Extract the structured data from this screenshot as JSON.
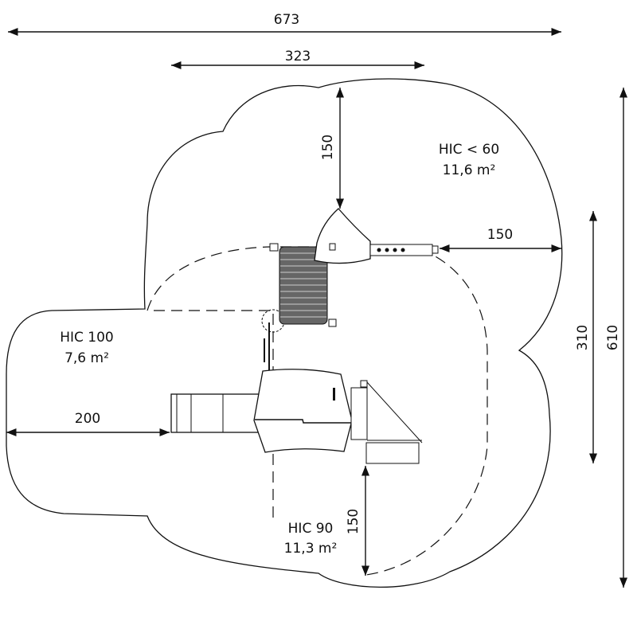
{
  "dimensions": {
    "overall_width": "673",
    "structure_width": "323",
    "top_clearance": "150",
    "right_clearance": "150",
    "right_height": "310",
    "overall_height": "610",
    "left_clearance": "200",
    "bottom_clearance": "150"
  },
  "zones": [
    {
      "hic": "HIC < 60",
      "area": "11,6 m²"
    },
    {
      "hic": "HIC 100",
      "area": "7,6 m²"
    },
    {
      "hic": "HIC 90",
      "area": "11,3 m²"
    }
  ],
  "colors": {
    "line": "#111111",
    "fill": "#666666"
  }
}
